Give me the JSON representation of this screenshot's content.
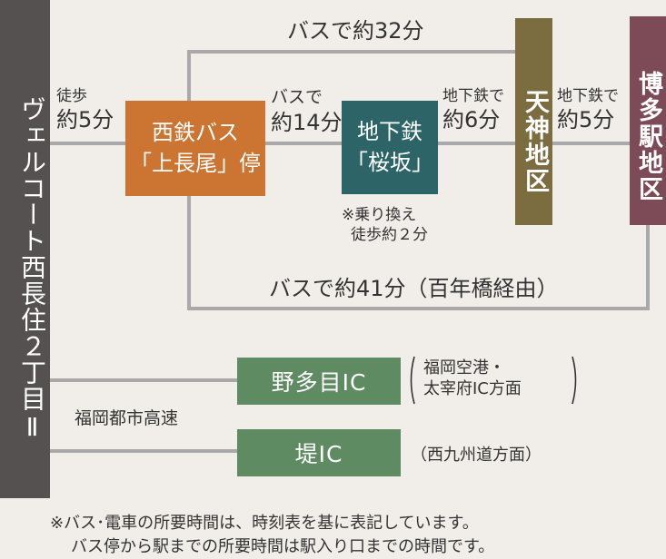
{
  "origin": {
    "label": "ヴェルコート西長住２丁目Ⅱ"
  },
  "nodes": {
    "bus_stop": {
      "line1": "西鉄バス",
      "line2": "「上長尾」停"
    },
    "sakurazaka": {
      "line1": "地下鉄",
      "line2": "「桜坂」"
    },
    "tenjin": {
      "label": "天神地区"
    },
    "hakata": {
      "label": "博多駅地区"
    },
    "noke_ic": {
      "label": "野多目IC"
    },
    "tsutsumi_ic": {
      "label": "堤IC"
    }
  },
  "routes": {
    "walk": {
      "line1": "徒歩",
      "line2": "約5分"
    },
    "bus_14": {
      "line1": "バスで",
      "line2": "約14分"
    },
    "subway_6": {
      "line1": "地下鉄で",
      "line2": "約6分"
    },
    "subway_5": {
      "line1": "地下鉄で",
      "line2": "約5分"
    },
    "bus_32": {
      "label": "バスで約32分"
    },
    "bus_41": {
      "label": "バスで約41分（百年橋経由）"
    },
    "transfer": {
      "line1": "※乗り換え",
      "line2": "徒歩約２分"
    },
    "expressway": {
      "label": "福岡都市高速"
    },
    "noke_dir": {
      "line1": "福岡空港・",
      "line2": "太宰府IC方面"
    },
    "tsutsumi_dir": {
      "label": "（西九州道方面）"
    }
  },
  "footnote": {
    "line1": "※バス･電車の所要時間は、時刻表を基に表記しています。",
    "line2": "バス停から駅までの所要時間は駅入り口までの時間です。"
  },
  "colors": {
    "background": "#f1eeea",
    "origin": "#545150",
    "bus_stop": "#cc7533",
    "sakurazaka": "#2c6468",
    "tenjin": "#7b6d3f",
    "hakata": "#7d4a58",
    "ic": "#5e8b61",
    "line": "#a9a9a9"
  }
}
